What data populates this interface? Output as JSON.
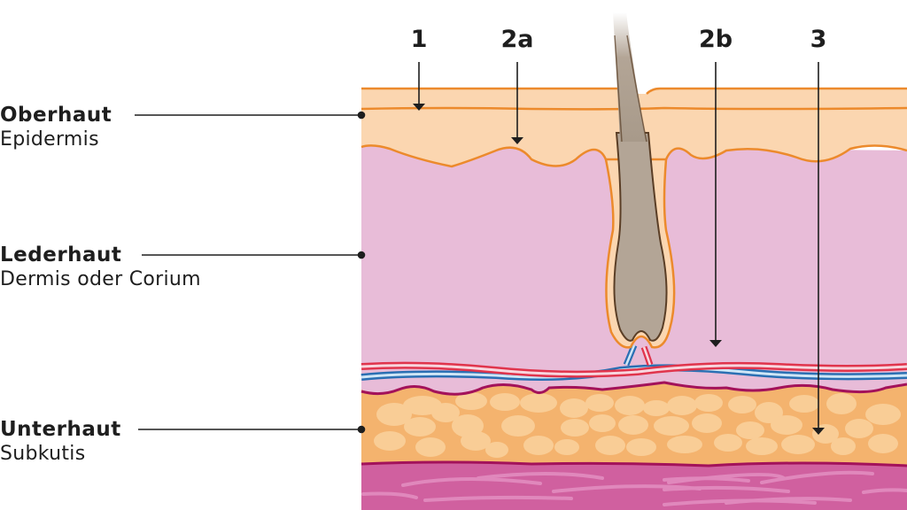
{
  "layers": [
    {
      "title": "Oberhaut",
      "subtitle": "Epidermis"
    },
    {
      "title": "Lederhaut",
      "subtitle": "Dermis oder Corium"
    },
    {
      "title": "Unterhaut",
      "subtitle": "Subkutis"
    }
  ],
  "markers": [
    {
      "label": "1"
    },
    {
      "label": "2a"
    },
    {
      "label": "2b"
    },
    {
      "label": "3"
    }
  ],
  "colors": {
    "epidermis": "#fbd6b0",
    "epidermis_line": "#ec8a2c",
    "dermis": "#e8bcd8",
    "hair": "#b3a596",
    "hair_outline": "#5a3e26",
    "artery": "#e0344c",
    "vein": "#2a6fb3",
    "subcutis": "#f4b36e",
    "fat_cell": "#f9cd96",
    "subcutis_border": "#a3125a",
    "muscle": "#d0609f",
    "muscle_fiber": "#e088bc",
    "leader": "#1e1e1e"
  }
}
